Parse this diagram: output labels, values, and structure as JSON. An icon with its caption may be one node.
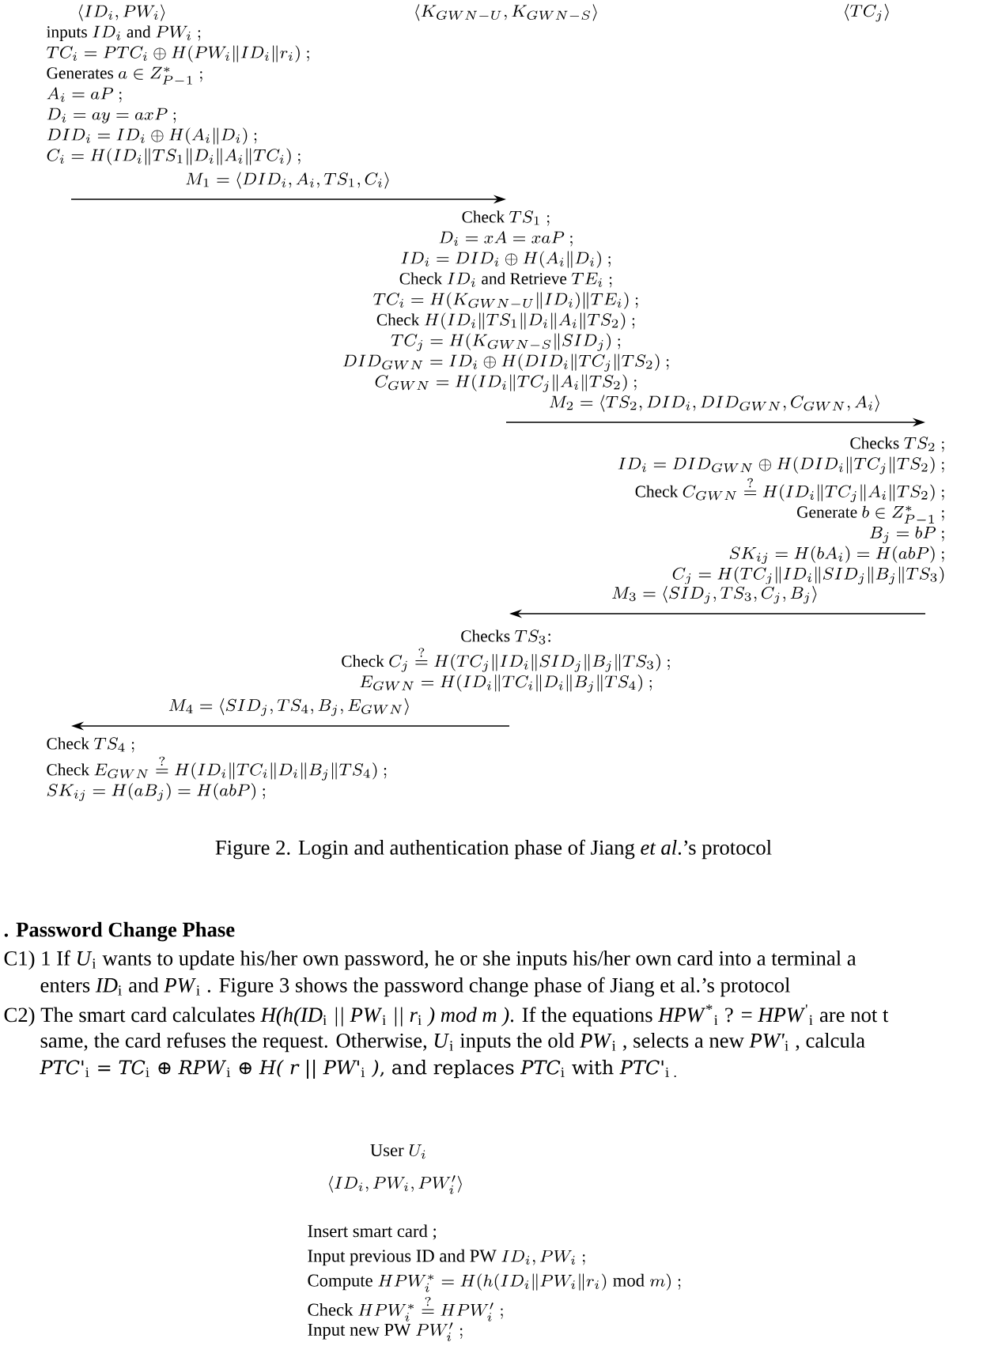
{
  "diagram": {
    "caption": "Figure 2. Login and authentication phase of Jiang *et al*.’s protocol",
    "nodes": [
      {
        "text": [
          "\\text{inputs } ID_i \\text{ and } PW_i\\ ;",
          "TC_i = PTC_i \\oplus H(PW_i \\| ID_i \\| r_i)\\ ;",
          "\\text{Generates } a \\in Z^*_{P-1}\\ ;",
          "A_i = aP\\ ;",
          "D_i = ay = axP\\ ;",
          "DID_i = ID_i \\oplus H(A_i \\| D_i)\\ ;",
          "C_i = H(ID_i \\| TS_1 \\| D_i \\| A_i \\| TC_i)\\ ;"
        ]
      },
      {
        "text": [
          "\\text{Check } TS_1\\ ;",
          "D_i = xA = xaP\\ ;",
          "ID_i = DID_i \\oplus H(A_i \\| D_i)\\ ;",
          "\\text{Check } ID_i \\text{ and Retrieve } TE_i\\ ;",
          "TC_i = H(K_{GWN-U} \\| ID_i) \\| TE_i)\\ ;",
          "\\text{Check } H(ID_i \\| TS_1 \\| D_i \\| A_i \\| TS_2)\\ ;",
          "TC_j = H(K_{GWN-S} \\| SID_j)\\ ;",
          "DID_{GWN} = ID_i \\oplus H(DID_i \\| TC_j \\| TS_2)\\ ;",
          "C_{GWN} = H(ID_i \\| TC_j \\| A_i \\| TS_2)\\ ;"
        ]
      },
      {
        "text": [
          "\\text{Checks } TS_2\\ ;",
          "ID_i = DID_{GWN} \\oplus H(DID_i \\| TC_j \\| TS_2)\\ ;",
          "\\text{Check } C_{GWN} \\stackrel{?}{=} H(ID_i \\| TC_j \\| A_i \\| TS_2)\\ ;",
          "\\text{Generate } b \\in Z^*_{P-1}\\ ;",
          "B_j = bP\\ ;",
          "SK_{ij} = H(bA_i) = H(abP)\\ ;",
          "C_j = H(TC_j \\| ID_i \\| SID_j \\| B_j \\| TS_3)"
        ]
      },
      {
        "text": [
          "\\text{Checks } TS_3\\text{:}",
          "\\text{Check } C_j \\stackrel{?}{=} H(TC_j \\| ID_i \\| SID_j \\| B_j \\| TS_3)\\ ;",
          "E_{GWN} = H(ID_i \\| TC_i \\| D_i \\| B_j \\| TS_4)\\ ;"
        ]
      },
      {
        "text": [
          "\\text{Check } TS_4\\ ;",
          "\\text{Check } E_{GWN} \\stackrel{?}{=} H(ID_i \\| TC_i \\| D_i \\| B_j \\| TS_4)\\ ;",
          "SK_{ij} = H(aB_j) = H(abP)\\ ;"
        ]
      }
    ],
    "edges": [
      {
        "from": 0,
        "to": 1,
        "arrow": "to",
        "label": "M_1 = \\langle DID_i, A_i, TS_1, C_i \\rangle"
      },
      {
        "from": 1,
        "to": 2,
        "arrow": "to",
        "label": "M_2 = \\langle TS_2, DID_i, DID_{GWN}, C_{GWN}, A_i \\rangle"
      },
      {
        "from": 2,
        "to": 3,
        "arrow": "to",
        "label": "M_3 = \\langle SID_j, TS_3, C_j, B_j \\rangle"
      },
      {
        "from": 3,
        "to": 4,
        "arrow": "to",
        "label": "M_4 = \\langle SID_j, TS_4, B_j, E_{GWN} \\rangle"
      }
    ],
    "labels": [
      "\\langle ID_i, PW_i \\rangle",
      "\\langle K_{GWN-U}, K_{GWN-S} \\rangle",
      "\\langle TC_j \\rangle",
      ". Password Change Phase",
      "C1) 1 If *U*$_{i}$ wants to update his/her own password, he or she inputs his/her own card into a terminal a",
      "enters *ID*$_{i}$ and *PW*$_{i}$ . Figure 3 shows the password change phase of Jiang et al.’s protocol",
      "C2) The smart card calculates *H(h(ID*$_{i}$ *|| PW*$_{i}$ *|| r*$_{i}$ *) mod m )*. If the equations *HPW*$^{*}$$_{i}$ ? = *HPW*$^{'}$$_{i}$ are not t",
      "same, the card refuses the request. Otherwise, *U*$_{i}$ inputs the old *PW*$_{i}$ , selects a new *PW'*$_{i}$ , calcula",
      "*PTC'*$_{i}$ = *TC*$_{i}$ ⊕ *RPW*$_{i}$ ⊕ *H( r || PW'*$_{i}$ *)*, and replaces *PTC*$_{i}$ with *PTC'*$_{i .}$",
      "\\text{User } U_i",
      "\\langle ID_i, PW_i, PW'_i \\rangle",
      "Insert smart card ;",
      "\\text{Input previous ID and PW } ID_i, PW_i\\ ;",
      "\\text{Compute } HPW^*_i = H(h(ID_i \\| PW_i \\| r_i) \\bmod m)\\ ;",
      "\\text{Check } HPW^*_i \\stackrel{?}{=} HPW'_i\\ ;",
      "\\text{Input new PW } PW'_i\\ ;"
    ]
  }
}
